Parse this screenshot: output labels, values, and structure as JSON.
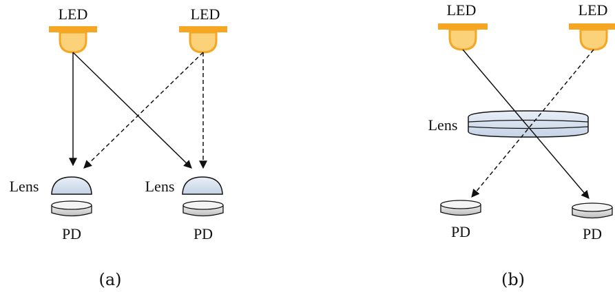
{
  "panel_a": {
    "led_left_label": "LED",
    "led_right_label": "LED",
    "lens_left_label": "Lens",
    "lens_right_label": "Lens",
    "pd_left_label": "PD",
    "pd_right_label": "PD",
    "caption": "(a)"
  },
  "panel_b": {
    "led_left_label": "LED",
    "led_right_label": "LED",
    "lens_label": "Lens",
    "pd_left_label": "PD",
    "pd_right_label": "PD",
    "caption": "(b)"
  },
  "colors": {
    "led_body": "#F5A623",
    "led_dome": "#FBD27A",
    "lens_fill": "#D7E1EE",
    "pd_fill": "#E4E4E4",
    "stroke": "#111111"
  }
}
